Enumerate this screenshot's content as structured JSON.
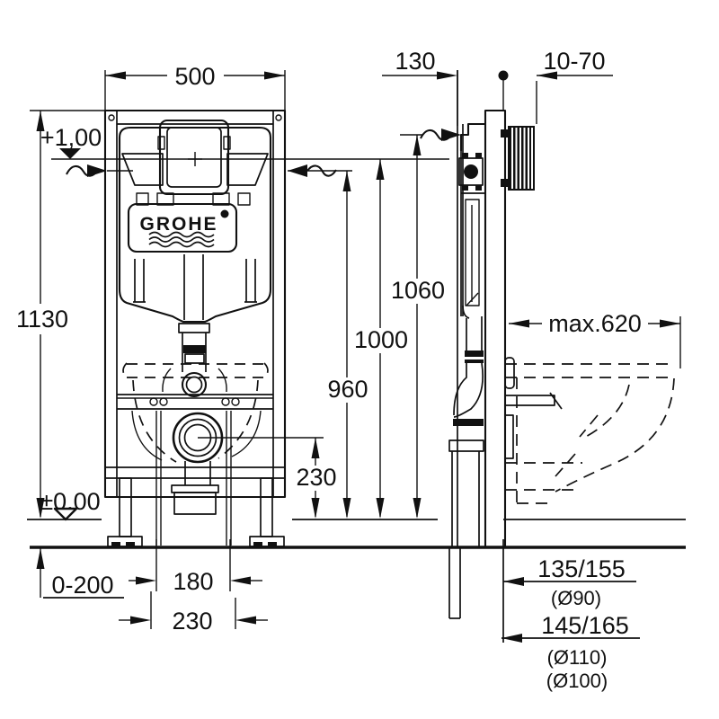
{
  "drawing": {
    "brand": "GROHE",
    "dims": {
      "frame_width": "500",
      "frame_depth": "130",
      "plate_range": "10-70",
      "total_height": "1130",
      "level_top": "+1,00",
      "level_floor": "±0,00",
      "h_supply_side": "1060",
      "h_plate_center": "1000",
      "h_supply_front": "960",
      "h_drain_center": "230",
      "bowl_depth_max": "max.620",
      "foot_adjust_range": "0-200",
      "stud_spacing": "180",
      "bolt_spacing": "230",
      "outlet_a": "135/155",
      "outlet_a_dia": "(Ø90)",
      "outlet_b": "145/165",
      "outlet_b_dia1": "(Ø110)",
      "outlet_b_dia2": "(Ø100)"
    }
  }
}
